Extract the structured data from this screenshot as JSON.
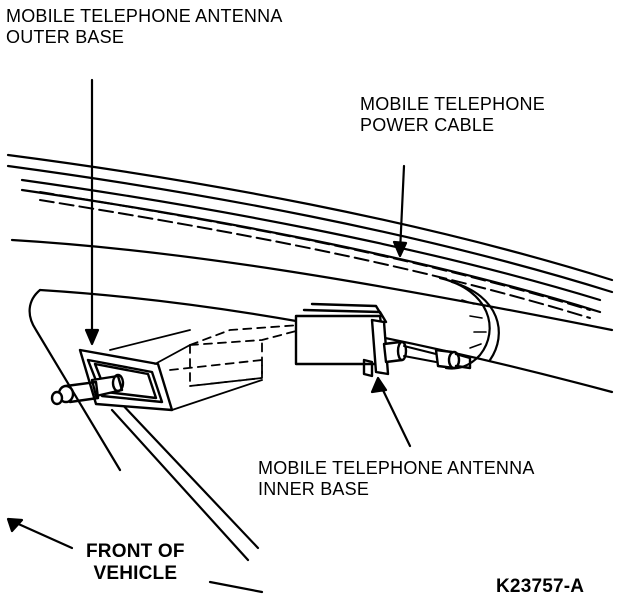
{
  "labels": {
    "outer_base": [
      "MOBILE TELEPHONE ANTENNA",
      "OUTER BASE"
    ],
    "power_cable": [
      "MOBILE TELEPHONE",
      "POWER CABLE"
    ],
    "inner_base": [
      "MOBILE TELEPHONE ANTENNA",
      "INNER BASE"
    ],
    "front_of_vehicle": [
      "FRONT OF",
      "VEHICLE"
    ],
    "figure_code": "K23757-A"
  },
  "colors": {
    "ink": "#000000",
    "paper": "#ffffff"
  }
}
